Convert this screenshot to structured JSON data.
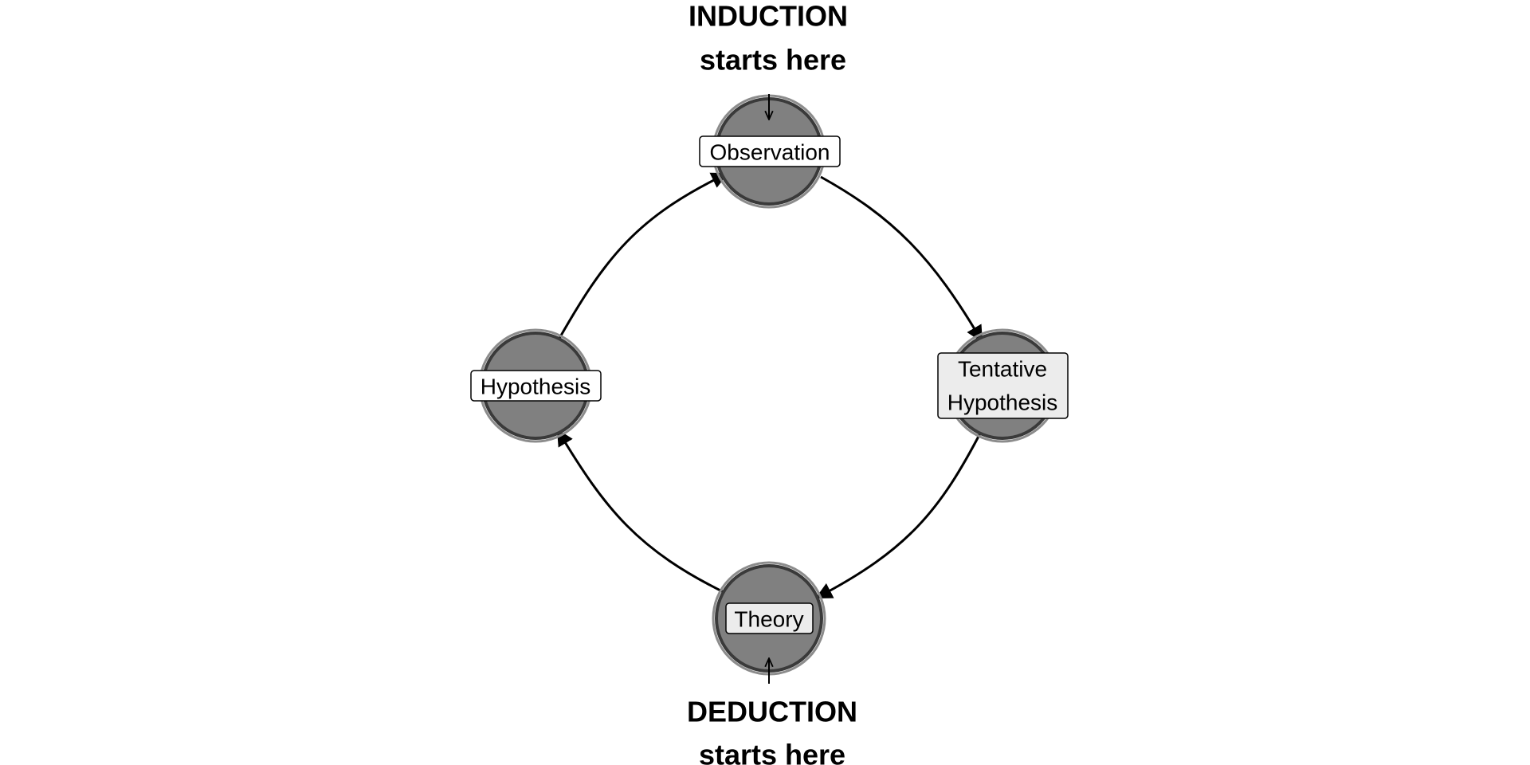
{
  "nodes": {
    "observation": {
      "label": "Observation"
    },
    "tentative": {
      "label_line1": "Tentative",
      "label_line2": "Hypothesis"
    },
    "theory": {
      "label": "Theory"
    },
    "hypothesis": {
      "label": "Hypothesis"
    }
  },
  "captions": {
    "induction_line1": "INDUCTION",
    "induction_line2": "starts here",
    "deduction_line1": "DEDUCTION",
    "deduction_line2": "starts here"
  },
  "colors": {
    "node_fill": "#808080",
    "node_stroke": "#3a3a3a",
    "edge": "#000000"
  }
}
